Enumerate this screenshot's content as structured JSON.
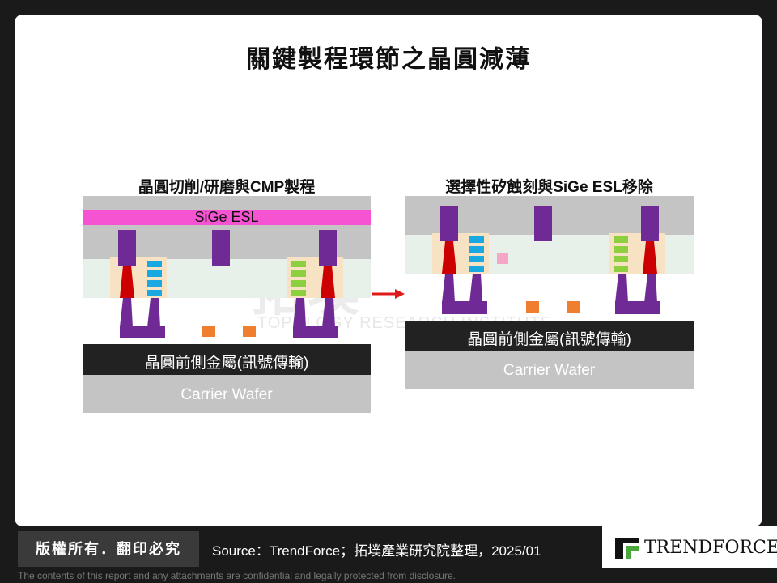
{
  "title": "關鍵製程環節之晶圓減薄",
  "left_panel": {
    "subtitle": "晶圓切削/研磨與CMP製程",
    "esl_label": "SiGe ESL",
    "metal_label": "晶圓前側金屬(訊號傳輸)",
    "carrier_label": "Carrier Wafer"
  },
  "right_panel": {
    "subtitle": "選擇性矽蝕刻與SiGe ESL移除",
    "metal_label": "晶圓前側金屬(訊號傳輸)",
    "carrier_label": "Carrier Wafer"
  },
  "watermark": {
    "main": "拓墣",
    "sub": "TOPOLOGY RESEARCH INSTITUTE"
  },
  "footer": {
    "copyright": "版權所有．翻印必究",
    "source": "Source：TrendForce；拓墣產業研究院整理，2025/01",
    "logo_text": "TRENDFORCE",
    "disclaimer": "The contents of this report and any attachments are confidential and legally protected from disclosure."
  },
  "colors": {
    "gray": "#c4c4c4",
    "esl_pink": "#f553d2",
    "purple": "#6f2a95",
    "red": "#cc0000",
    "cyan": "#19a8e0",
    "green": "#8ccf3f",
    "orange": "#ef7f2e",
    "light_pink": "#f4a6c6",
    "dark_band": "#222222",
    "channel": "#e7f1ea",
    "beige": "#f7e3c4",
    "arrow": "#e0191b"
  }
}
